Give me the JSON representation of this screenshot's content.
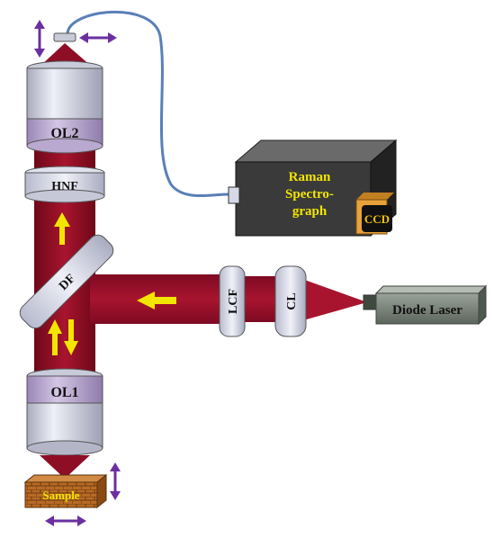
{
  "components": {
    "objective_top": "OL2",
    "objective_bottom": "OL1",
    "notch_filter": "HNF",
    "dichroic_filter": "DF",
    "laser_clean_filter": "LCF",
    "collimating_lens": "CL",
    "laser": "Diode Laser",
    "sample": "Sample",
    "spectrograph_line1": "Raman",
    "spectrograph_line2": "Spectro-",
    "spectrograph_line3": "graph",
    "detector": "CCD"
  },
  "colors": {
    "beam": "#a0102a",
    "beam_dark": "#7a0a20",
    "objective_body": "#d6d8e6",
    "objective_band": "#b9a8cf",
    "arrow_yellow": "#f2e600",
    "adjust_arrow": "#6b2fa0",
    "fiber": "#5a7fb8",
    "spectrograph": "#3a3a3a",
    "ccd": "#e8a23a",
    "laser_body": "#6e7a6e",
    "sample_brick": "#b5651d"
  },
  "icons": [
    "double-arrow-icon",
    "yellow-arrow-icon",
    "brick-pattern"
  ]
}
